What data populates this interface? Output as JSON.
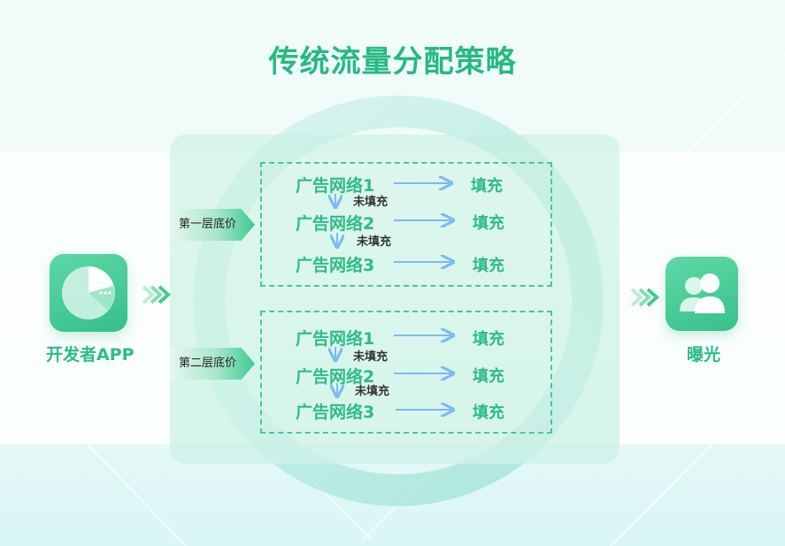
{
  "title": "传统流量分配策略",
  "source": {
    "label": "开发者APP",
    "icon": "pie-chart-app-icon"
  },
  "target": {
    "label": "曝光",
    "icon": "users-icon"
  },
  "tiers": [
    {
      "tag": "第一层底价",
      "networks": [
        "广告网络1",
        "广告网络2",
        "广告网络3"
      ],
      "fills": [
        "填充",
        "填充",
        "填充"
      ],
      "unfilled": [
        "未填充",
        "未填充"
      ]
    },
    {
      "tag": "第二层底价",
      "networks": [
        "广告网络1",
        "广告网络2",
        "广告网络3"
      ],
      "fills": [
        "填充",
        "填充",
        "填充"
      ],
      "unfilled": [
        "未填充",
        "未填充"
      ]
    }
  ],
  "colors": {
    "accent": "#2dbc87",
    "arrow": "#7cbbf0",
    "dashed_border": "#4dc696"
  }
}
